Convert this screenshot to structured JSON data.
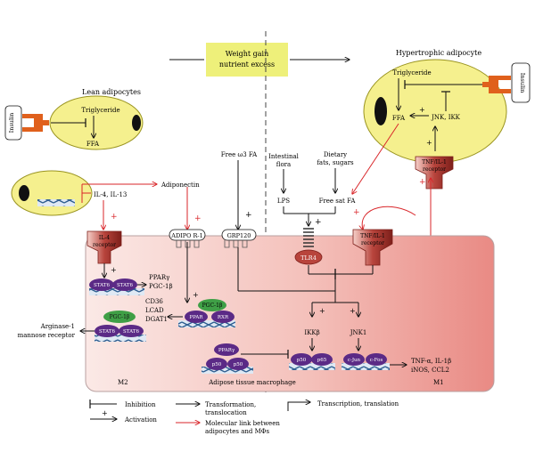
{
  "banner": {
    "line1": "Weight gain",
    "line2": "nutrient excess"
  },
  "lean": {
    "title": "Lean adipocytes",
    "triglyceride": "Triglyceride",
    "ffa": "FFA",
    "insulin": "Insulin"
  },
  "hypertrophic": {
    "title": "Hypertrophic adipocyte",
    "triglyceride": "Triglyceride",
    "ffa": "FFA",
    "jnk_ikk": "JNK, IKK",
    "insulin": "Insulin"
  },
  "left_cell": {
    "il4_il13": "IL-4, IL-13",
    "adiponectin": "Adiponectin"
  },
  "free_fa": "Free ω3 FA",
  "intestinal": {
    "line1": "Intestinal",
    "line2": "flora"
  },
  "dietary": {
    "line1": "Dietary",
    "line2": "fats, sugars"
  },
  "lps": "LPS",
  "free_sat_fa": "Free sat FA",
  "tnf_receptor_top": {
    "line1": "TNF/IL-1",
    "line2": "receptor"
  },
  "macrophage": {
    "il4_receptor": {
      "line1": "IL-4",
      "line2": "receptor"
    },
    "adipo_r1": "ADIPO R-1",
    "grp120": "GRP120",
    "tlr4": "TLR4",
    "tnf_receptor": {
      "line1": "TNF/IL-1",
      "line2": "receptor"
    },
    "stat6": "STAT6",
    "ppar_pgc": {
      "line1": "PPARγ",
      "line2": "PGC-1β"
    },
    "cd36": "CD36",
    "lcad": "LCAD",
    "dgat1": "DGAT1",
    "pgc1b": "PGC-1β",
    "ppar": "PPAR",
    "rxr": "RXR",
    "ikkb": "IKKβ",
    "jnk1": "JNK1",
    "pparg": "PPARγ",
    "p50": "p50",
    "p65": "p65",
    "cjun": "c-Jun",
    "cfos": "c-Fos",
    "m2": "M2",
    "m1": "M1",
    "label": "Adipose tissue macrophage"
  },
  "m2_outputs": {
    "line1": "Arginase-1",
    "line2": "mannose receptor"
  },
  "m1_outputs": {
    "line1": "TNF-α, IL-1β",
    "line2": "iNOS, CCL2"
  },
  "legend": {
    "inhibition": "Inhibition",
    "activation": "Activation",
    "transformation": {
      "line1": "Transformation,",
      "line2": "translocation"
    },
    "molecular_link": {
      "line1": "Molecular link between",
      "line2": "adipocytes and MΦs"
    },
    "transcription": "Transcription, translation"
  },
  "colors": {
    "red": "#d9262a",
    "orange": "#e0601c",
    "yellow": "#f5f08e",
    "purple": "#5b2a86",
    "green": "#3f9f46",
    "banner": "#eef07a"
  }
}
